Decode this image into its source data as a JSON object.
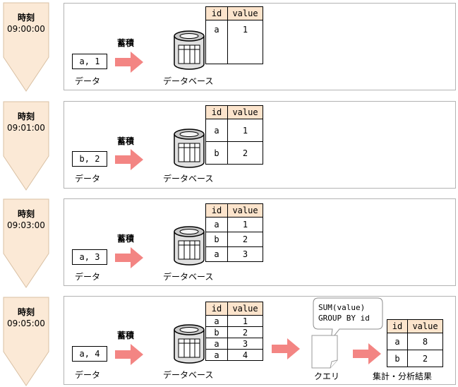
{
  "frames": [
    {
      "time_label": "時刻",
      "time": "09:00:00",
      "data_item": "a, 1",
      "data_caption": "データ",
      "accumulate_label": "蓄積",
      "db_caption": "データベース",
      "table": {
        "headers": [
          "id",
          "value"
        ],
        "rows": [
          [
            "a",
            "1"
          ]
        ]
      }
    },
    {
      "time_label": "時刻",
      "time": "09:01:00",
      "data_item": "b, 2",
      "data_caption": "データ",
      "accumulate_label": "蓄積",
      "db_caption": "データベース",
      "table": {
        "headers": [
          "id",
          "value"
        ],
        "rows": [
          [
            "a",
            "1"
          ],
          [
            "b",
            "2"
          ]
        ]
      }
    },
    {
      "time_label": "時刻",
      "time": "09:03:00",
      "data_item": "a, 3",
      "data_caption": "データ",
      "accumulate_label": "蓄積",
      "db_caption": "データベース",
      "table": {
        "headers": [
          "id",
          "value"
        ],
        "rows": [
          [
            "a",
            "1"
          ],
          [
            "b",
            "2"
          ],
          [
            "a",
            "3"
          ]
        ]
      }
    },
    {
      "time_label": "時刻",
      "time": "09:05:00",
      "data_item": "a, 4",
      "data_caption": "データ",
      "accumulate_label": "蓄積",
      "db_caption": "データベース",
      "table": {
        "headers": [
          "id",
          "value"
        ],
        "rows": [
          [
            "a",
            "1"
          ],
          [
            "b",
            "2"
          ],
          [
            "a",
            "3"
          ],
          [
            "a",
            "4"
          ]
        ]
      }
    }
  ],
  "query": {
    "line1": "SUM(value)",
    "line2": "GROUP BY id",
    "caption": "クエリ"
  },
  "result": {
    "caption": "集計・分析結果",
    "headers": [
      "id",
      "value"
    ],
    "rows": [
      [
        "a",
        "8"
      ],
      [
        "b",
        "2"
      ]
    ]
  },
  "colors": {
    "time_bg": "#fbe9d6",
    "time_border": "#d9c0a3",
    "arrow": "#f38583",
    "header_bg": "#fce4cc",
    "panel_border": "#b3b3b3"
  }
}
